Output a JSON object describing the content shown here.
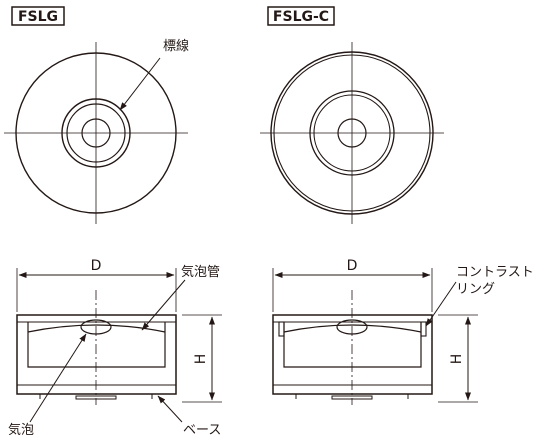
{
  "models": {
    "left": "FSLG",
    "right": "FSLG-C"
  },
  "labels": {
    "reference_line": "標線",
    "tube": "気泡管",
    "contrast_ring_line1": "コントラスト",
    "contrast_ring_line2": "リング",
    "bubble": "気泡",
    "base": "ベース",
    "dim_d": "D",
    "dim_h": "H"
  },
  "colors": {
    "line": "#231815"
  }
}
